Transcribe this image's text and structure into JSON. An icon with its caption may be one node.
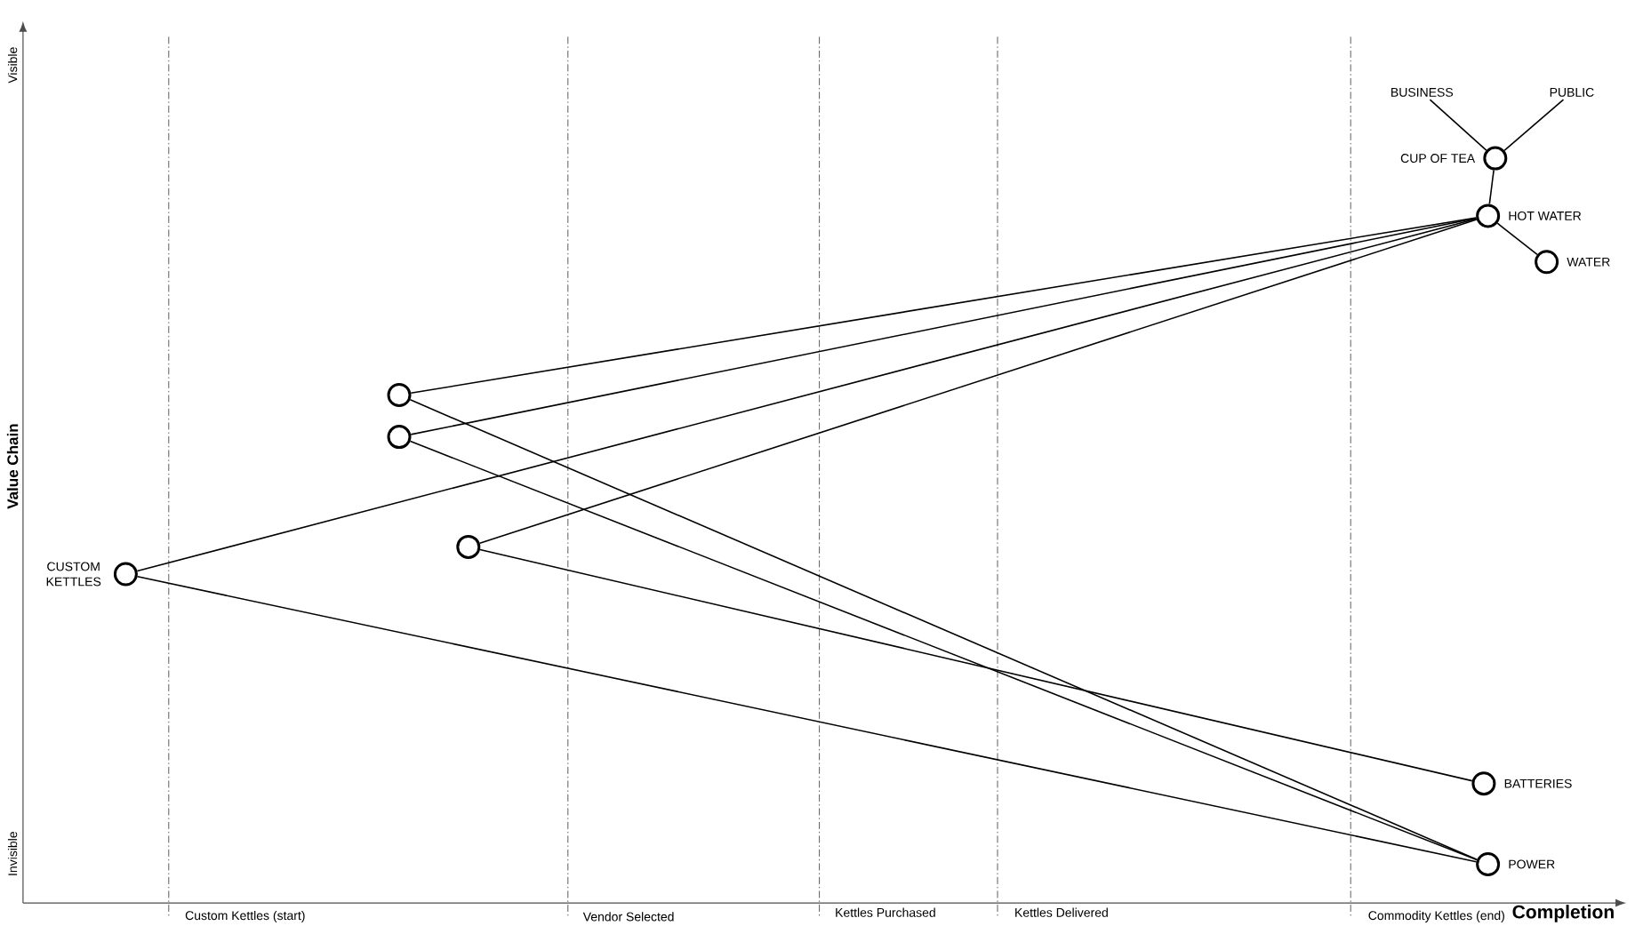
{
  "diagram": {
    "nodes": [
      {
        "text": [
          "BUSINESS"
        ]
      },
      {
        "text": [
          "PUBLIC"
        ]
      },
      {
        "text": [
          "CUP OF TEA"
        ]
      },
      {
        "text": [
          "HOT WATER"
        ]
      },
      {
        "text": [
          "WATER"
        ]
      },
      {
        "text": [],
        "shape": "circle"
      },
      {
        "text": [],
        "shape": "circle"
      },
      {
        "text": [
          "CUSTOM KETTLES"
        ]
      },
      {
        "text": [],
        "shape": "circle"
      },
      {
        "text": [
          "BATTERIES"
        ]
      },
      {
        "text": [
          "POWER"
        ]
      }
    ],
    "edges": [
      {
        "from": 0,
        "to": 2,
        "arrow": "none"
      },
      {
        "from": 1,
        "to": 2,
        "arrow": "none"
      },
      {
        "from": 2,
        "to": 3,
        "arrow": "none"
      },
      {
        "from": 3,
        "to": 4,
        "arrow": "none"
      },
      {
        "from": 3,
        "to": 5,
        "arrow": "none"
      },
      {
        "from": 3,
        "to": 6,
        "arrow": "none"
      },
      {
        "from": 3,
        "to": 7,
        "arrow": "none"
      },
      {
        "from": 3,
        "to": 8,
        "arrow": "none"
      },
      {
        "from": 5,
        "to": 10,
        "arrow": "none"
      },
      {
        "from": 6,
        "to": 10,
        "arrow": "none"
      },
      {
        "from": 8,
        "to": 9,
        "arrow": "none"
      },
      {
        "from": 7,
        "to": 10,
        "arrow": "none"
      }
    ],
    "labels": [
      "Visible",
      "Value Chain",
      "Invisible",
      "Completion",
      "Custom Kettles (start)",
      "Vendor Selected",
      "Kettles Purchased",
      "Kettles Delivered",
      "Commodity Kettles (end)"
    ]
  }
}
